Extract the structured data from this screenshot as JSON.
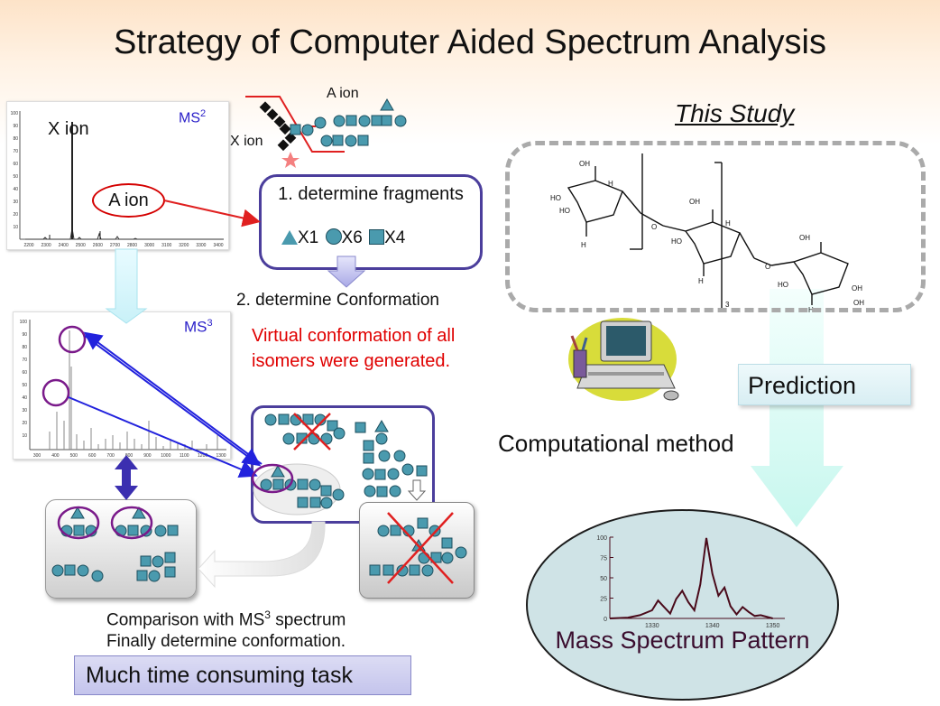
{
  "title": "Strategy of Computer Aided Spectrum Analysis",
  "left": {
    "ms2_label": "MS",
    "ms2_sup": "2",
    "x_ion_label": "X ion",
    "a_ion_label": "A ion",
    "ms3_label": "MS",
    "ms3_sup": "3",
    "structure_a_ion": "A ion",
    "structure_x_ion": "X ion",
    "step1_title": "1. determine fragments",
    "step1_legend": [
      "X1",
      "X6",
      "X4"
    ],
    "step2": "2. determine Conformation",
    "virtual_note": "Virtual conformation of all isomers were generated.",
    "comparison_line1_a": "Comparison with MS",
    "comparison_line1_sup": "3",
    "comparison_line1_b": " spectrum",
    "comparison_line2": "Finally determine conformation.",
    "time_box": "Much time consuming task"
  },
  "right": {
    "study_label": "This Study",
    "prediction": "Prediction",
    "computational": "Computational method",
    "spectrum_pattern": "Mass Spectrum Pattern"
  },
  "ms2_axis": {
    "y_ticks": [
      "100",
      "90",
      "80",
      "70",
      "60",
      "50",
      "40",
      "30",
      "20",
      "10"
    ],
    "x_ticks": [
      "2200",
      "2300",
      "2400",
      "2500",
      "2600",
      "2700",
      "2800",
      "3000",
      "3100",
      "3200",
      "3300",
      "3400"
    ]
  },
  "ms3_axis": {
    "y_ticks": [
      "100",
      "90",
      "80",
      "70",
      "60",
      "50",
      "40",
      "30",
      "20",
      "10"
    ],
    "x_ticks": [
      "300",
      "400",
      "500",
      "600",
      "700",
      "800",
      "900",
      "1000",
      "1100",
      "1200",
      "1300"
    ]
  },
  "molecule_labels": {
    "oh": "OH",
    "ho": "HO",
    "h": "H",
    "o": "O",
    "subscript": "3"
  },
  "chart_data": {
    "type": "line",
    "x": [
      1323,
      1326,
      1328,
      1330,
      1331,
      1332,
      1333,
      1334,
      1335,
      1336,
      1337,
      1338,
      1339,
      1340,
      1341,
      1342,
      1343,
      1344,
      1345,
      1346,
      1347,
      1348,
      1350
    ],
    "series": [
      {
        "values": [
          0,
          1,
          4,
          10,
          22,
          14,
          6,
          24,
          34,
          20,
          10,
          42,
          99,
          55,
          28,
          38,
          15,
          5,
          14,
          8,
          3,
          4,
          0
        ]
      }
    ],
    "x_ticks": [
      "1330",
      "1340",
      "1350"
    ],
    "y_ticks": [
      "0",
      "25",
      "50",
      "75",
      "100"
    ],
    "xlim": [
      1323,
      1352
    ],
    "ylim": [
      0,
      100
    ]
  },
  "colors": {
    "sugar_teal": "#4a9aae",
    "arrow_red": "#e02020",
    "arrow_blue": "#2222dd",
    "oval_purple": "#7a1a8a",
    "spectrum_line": "#4a0a1a"
  }
}
